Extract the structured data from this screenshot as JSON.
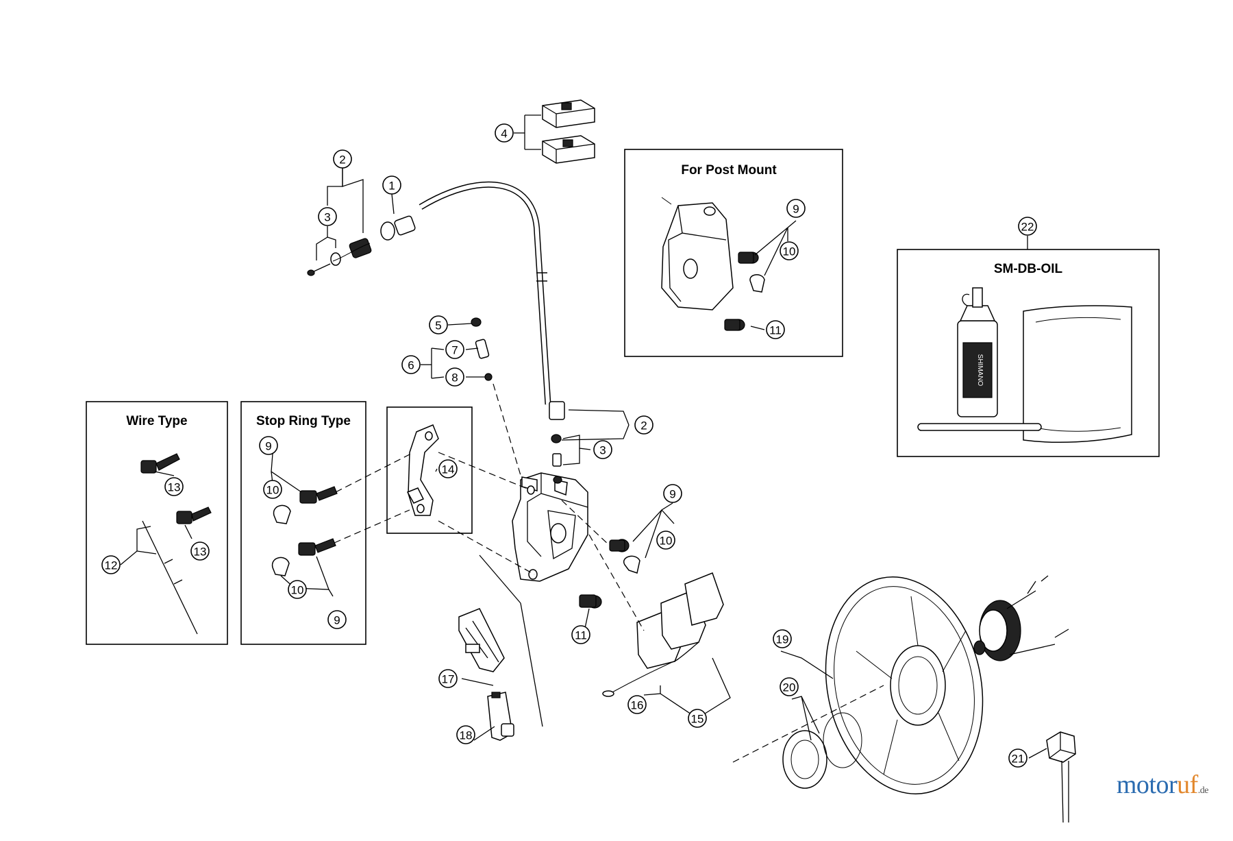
{
  "boxes": {
    "post_mount": "For Post Mount",
    "oil": "SM-DB-OIL",
    "wire": "Wire Type",
    "stop_ring": "Stop Ring Type"
  },
  "callouts": [
    "1",
    "2",
    "3",
    "4",
    "5",
    "6",
    "7",
    "8",
    "9",
    "10",
    "11",
    "12",
    "13",
    "14",
    "15",
    "16",
    "17",
    "18",
    "19",
    "20",
    "21",
    "22"
  ],
  "brand": {
    "name_main": "motor",
    "name_accent": "uf",
    "tld": ".de"
  }
}
